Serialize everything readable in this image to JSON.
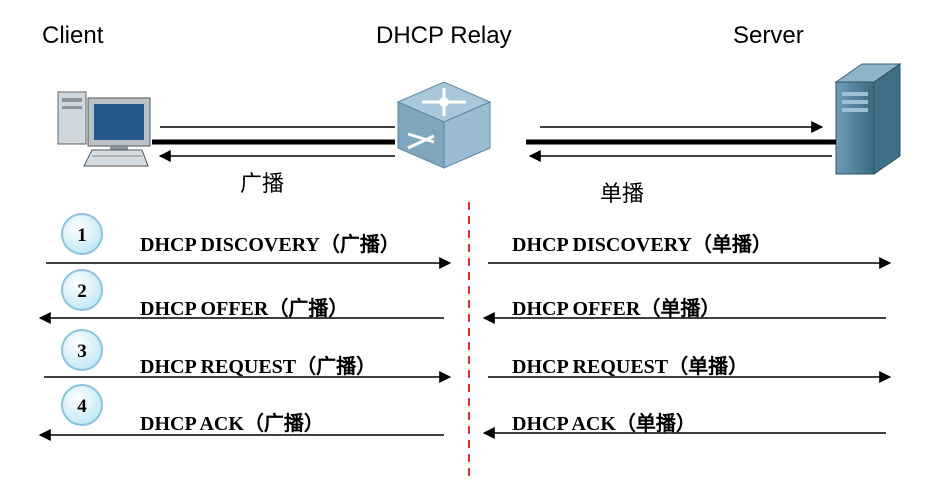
{
  "nodes": {
    "client": "Client",
    "relay": "DHCP Relay",
    "server": "Server"
  },
  "transport": {
    "left": "广播",
    "right": "单播"
  },
  "steps": [
    {
      "number": "1",
      "left": "DHCP DISCOVERY（广播）",
      "right": "DHCP DISCOVERY（单播）"
    },
    {
      "number": "2",
      "left": "DHCP OFFER（广播）",
      "right": "DHCP OFFER（单播）"
    },
    {
      "number": "3",
      "left": "DHCP REQUEST（广播）",
      "right": "DHCP REQUEST（单播）"
    },
    {
      "number": "4",
      "left": "DHCP ACK（广播）",
      "right": "DHCP ACK（单播）"
    }
  ],
  "colors": {
    "divider": "#e03030",
    "circle_fill": "#c8ecf8",
    "circle_stroke": "#7fb8d2",
    "relay_device": "#8fb6cf",
    "server_device": "#4f7f9a"
  }
}
